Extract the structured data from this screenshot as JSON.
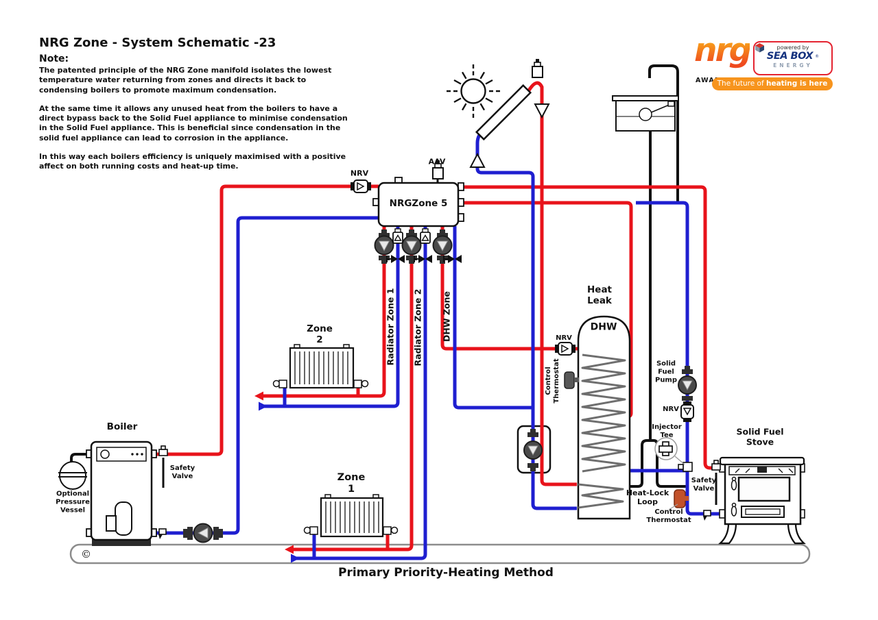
{
  "title": "NRG Zone - System Schematic -23",
  "note": {
    "heading": "Note:",
    "paragraphs": [
      "The patented principle of the NRG Zone manifold isolates the lowest temperature water returning from zones and directs it back to condensing boilers to promote maximum condensation.",
      "At the same time it allows any unused heat from the boilers to have a direct bypass back to the Solid Fuel appliance to minimise condensation in the Solid Fuel appliance. This is beneficial since condensation in the solid fuel appliance can lead to corrosion in the appliance.",
      "In this way each boilers efficiency is uniquely maximised with a positive affect on both running costs and heat-up time."
    ]
  },
  "footer_title": "Primary Priority-Heating Method",
  "logo": {
    "brand": "nrg",
    "awareness": "AWARENESS",
    "powered_by": "powered by",
    "sea_box": "SEA BOX",
    "registered": "®",
    "energy": "ENERGY",
    "tagline_prefix": "The future of ",
    "tagline_bold": "heating is here"
  },
  "labels": {
    "nrv_manifold": "NRV",
    "aav": "AAV",
    "manifold": "NRGZone 5",
    "riser1": "Radiator Zone 1",
    "riser2": "Radiator Zone 2",
    "riser3": "DHW Zone",
    "zone2": "Zone\n2",
    "zone1": "Zone\n1",
    "heat_leak": "Heat\nLeak",
    "dhw": "DHW",
    "nrv_tank": "NRV",
    "ct_tank": "Control\nThermostat",
    "sf_pump": "Solid\nFuel\nPump",
    "nrv_sf": "NRV",
    "injector_tee": "Injector\nTee",
    "heat_lock": "Heat-Lock\nLoop",
    "ct_stove": "Control\nThermostat",
    "sv_stove": "Safety\nValve",
    "stove": "Solid Fuel\nStove",
    "boiler": "Boiler",
    "sv_boiler": "Safety\nValve",
    "vessel": "Optional\nPressure\nVessel",
    "copyright": "©"
  },
  "colors": {
    "pipe_red": "#e8131b",
    "pipe_blue": "#1f1fd0",
    "pipe_black": "#111111",
    "plinth_gray": "#8c8c8c",
    "logo_orange": "#f7941d",
    "logo_red": "#e42330",
    "seabox_navy": "#16337f",
    "thermostat_orange": "#c2512a"
  }
}
